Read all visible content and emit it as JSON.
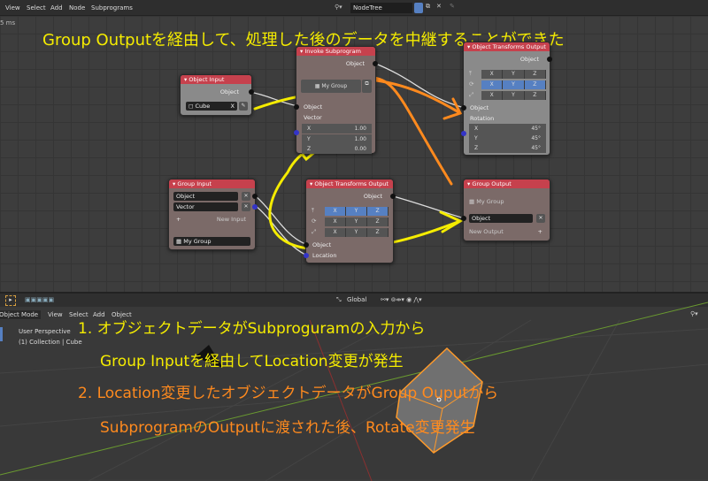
{
  "header": {
    "menus": [
      "View",
      "Select",
      "Add",
      "Node",
      "Subprograms"
    ],
    "tree_name": "NodeTree"
  },
  "timing": "5 ms",
  "title_note": "Group Outputを経由して、処理した後のデータを中継することができた",
  "nodes": {
    "object_input": {
      "title": "Object Input",
      "out": "Object",
      "value": "Cube",
      "x": "X"
    },
    "invoke": {
      "title": "Invoke Subprogram",
      "out": "Object",
      "group": "My Group",
      "in1": "Object",
      "in2": "Vector",
      "vx": "X",
      "vy": "Y",
      "vz": "Z",
      "x": "1.00",
      "y": "1.00",
      "z": "0.00"
    },
    "ot_top": {
      "title": "Object Transforms Output",
      "out": "Object",
      "in": "Object",
      "rot": "Rotation",
      "x": "45°",
      "y": "45°",
      "z": "45°"
    },
    "group_input": {
      "title": "Group Input",
      "f1": "Object",
      "f2": "Vector",
      "new": "New Input",
      "plus": "+",
      "group": "My Group"
    },
    "ot_mid": {
      "title": "Object Transforms Output",
      "out": "Object",
      "in1": "Object",
      "in2": "Location"
    },
    "group_output": {
      "title": "Group Output",
      "group": "My Group",
      "f1": "Object",
      "new": "New Output",
      "plus": "+"
    },
    "axes": [
      "X",
      "Y",
      "Z"
    ]
  },
  "viewport": {
    "orientation": "Global",
    "menus": [
      "Object Mode",
      "View",
      "Select",
      "Add",
      "Object"
    ],
    "perspective": "User Perspective",
    "collection": "(1) Collection | Cube"
  },
  "notes": {
    "n1": "1. オブジェクトデータがSubproguramの入力から",
    "n1b": "Group Inputを経由してLocation変更が発生",
    "n2": "2. Location変更したオブジェクトデータがGroup Ouputから",
    "n2b": "SubprogramのOutputに渡された後、Rotate変更発生"
  },
  "colors": {
    "yellow": "#f5ec00",
    "orange": "#ff8a1e",
    "node_header": "#c6414d",
    "selected_axis": "#5680c2"
  }
}
